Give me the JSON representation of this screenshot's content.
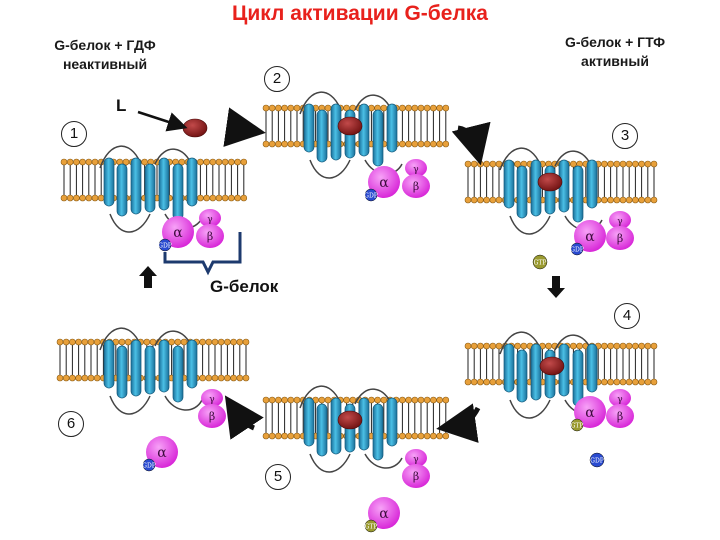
{
  "title": "Цикл активации G-белка",
  "states": {
    "inactive": {
      "line1": "G-белок + ГДФ",
      "line2": "неактивный"
    },
    "active": {
      "line1": "G-белок + ГТФ",
      "line2": "активный"
    }
  },
  "ligand_label": "L",
  "gprotein_label": "G-белок",
  "steps": [
    "1",
    "2",
    "3",
    "4",
    "5",
    "6"
  ],
  "subunits": {
    "alpha": "α",
    "beta": "β",
    "gamma": "γ"
  },
  "nucleotides": {
    "gdp": "GDP",
    "gtp": "GTP"
  },
  "colors": {
    "title": "#e8211c",
    "helix": "#2a9fc8",
    "lipid_head": "#e8a03a",
    "subunit": "#e040e0",
    "ligand": "#8b1a1a",
    "gdp": "#2a4bd0",
    "gtp": "#9a9a30",
    "arrow": "#111111"
  }
}
